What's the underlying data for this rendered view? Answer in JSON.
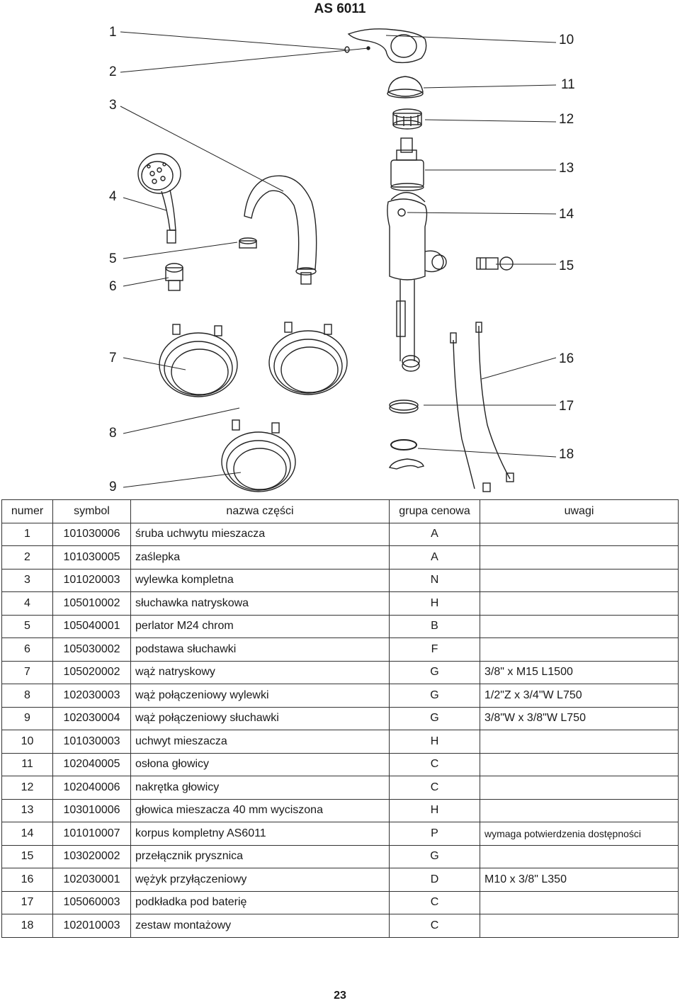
{
  "title": "AS 6011",
  "callouts": {
    "left": [
      "1",
      "2",
      "3",
      "4",
      "5",
      "6",
      "7",
      "8",
      "9"
    ],
    "right": [
      "10",
      "11",
      "12",
      "13",
      "14",
      "15",
      "16",
      "17",
      "18"
    ]
  },
  "table": {
    "headers": [
      "numer",
      "symbol",
      "nazwa części",
      "grupa cenowa",
      "uwagi"
    ],
    "rows": [
      {
        "num": "1",
        "symbol": "101030006",
        "name": "śruba uchwytu mieszacza",
        "group": "A",
        "note": ""
      },
      {
        "num": "2",
        "symbol": "101030005",
        "name": "zaślepka",
        "group": "A",
        "note": ""
      },
      {
        "num": "3",
        "symbol": "101020003",
        "name": "wylewka kompletna",
        "group": "N",
        "note": ""
      },
      {
        "num": "4",
        "symbol": "105010002",
        "name": "słuchawka natryskowa",
        "group": "H",
        "note": ""
      },
      {
        "num": "5",
        "symbol": "105040001",
        "name": "perlator M24 chrom",
        "group": "B",
        "note": ""
      },
      {
        "num": "6",
        "symbol": "105030002",
        "name": "podstawa słuchawki",
        "group": "F",
        "note": ""
      },
      {
        "num": "7",
        "symbol": "105020002",
        "name": "wąż natryskowy",
        "group": "G",
        "note": "3/8\" x M15 L1500"
      },
      {
        "num": "8",
        "symbol": "102030003",
        "name": "wąż połączeniowy wylewki",
        "group": "G",
        "note": "1/2\"Z x 3/4\"W L750"
      },
      {
        "num": "9",
        "symbol": "102030004",
        "name": "wąż połączeniowy słuchawki",
        "group": "G",
        "note": "3/8\"W x 3/8\"W L750"
      },
      {
        "num": "10",
        "symbol": "101030003",
        "name": "uchwyt mieszacza",
        "group": "H",
        "note": ""
      },
      {
        "num": "11",
        "symbol": "102040005",
        "name": "osłona głowicy",
        "group": "C",
        "note": ""
      },
      {
        "num": "12",
        "symbol": "102040006",
        "name": "nakrętka głowicy",
        "group": "C",
        "note": ""
      },
      {
        "num": "13",
        "symbol": "103010006",
        "name": "głowica mieszacza 40 mm wyciszona",
        "group": "H",
        "note": ""
      },
      {
        "num": "14",
        "symbol": "101010007",
        "name": "korpus kompletny AS6011",
        "group": "P",
        "note": "wymaga potwierdzenia dostępności"
      },
      {
        "num": "15",
        "symbol": "103020002",
        "name": "przełącznik prysznica",
        "group": "G",
        "note": ""
      },
      {
        "num": "16",
        "symbol": "102030001",
        "name": "wężyk przyłączeniowy",
        "group": "D",
        "note": "M10 x 3/8\" L350"
      },
      {
        "num": "17",
        "symbol": "105060003",
        "name": "podkładka pod baterię",
        "group": "C",
        "note": ""
      },
      {
        "num": "18",
        "symbol": "102010003",
        "name": "zestaw montażowy",
        "group": "C",
        "note": ""
      }
    ]
  },
  "page_number": "23"
}
